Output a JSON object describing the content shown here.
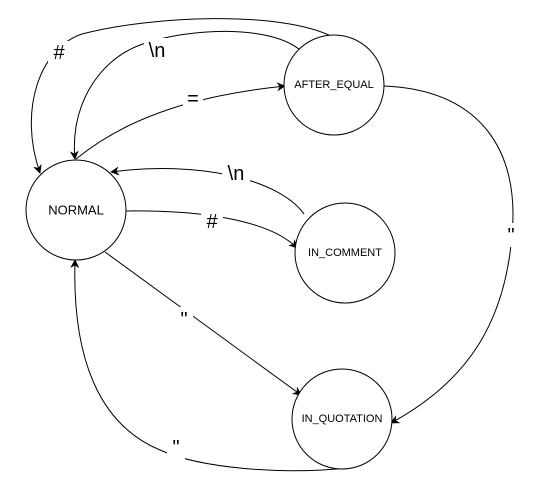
{
  "diagram": {
    "nodes": {
      "normal": "NORMAL",
      "after_equal": "AFTER_EQUAL",
      "in_comment": "IN_COMMENT",
      "in_quotation": "IN_QUOTATION"
    },
    "edges": {
      "after_equal_to_normal_hash": "#",
      "after_equal_to_normal_newline": "\\n",
      "normal_to_after_equal": "=",
      "in_comment_to_normal": "\\n",
      "normal_to_in_comment": "#",
      "after_equal_to_in_quotation": "\"",
      "normal_to_in_quotation": "\"",
      "in_quotation_to_normal": "\""
    }
  }
}
